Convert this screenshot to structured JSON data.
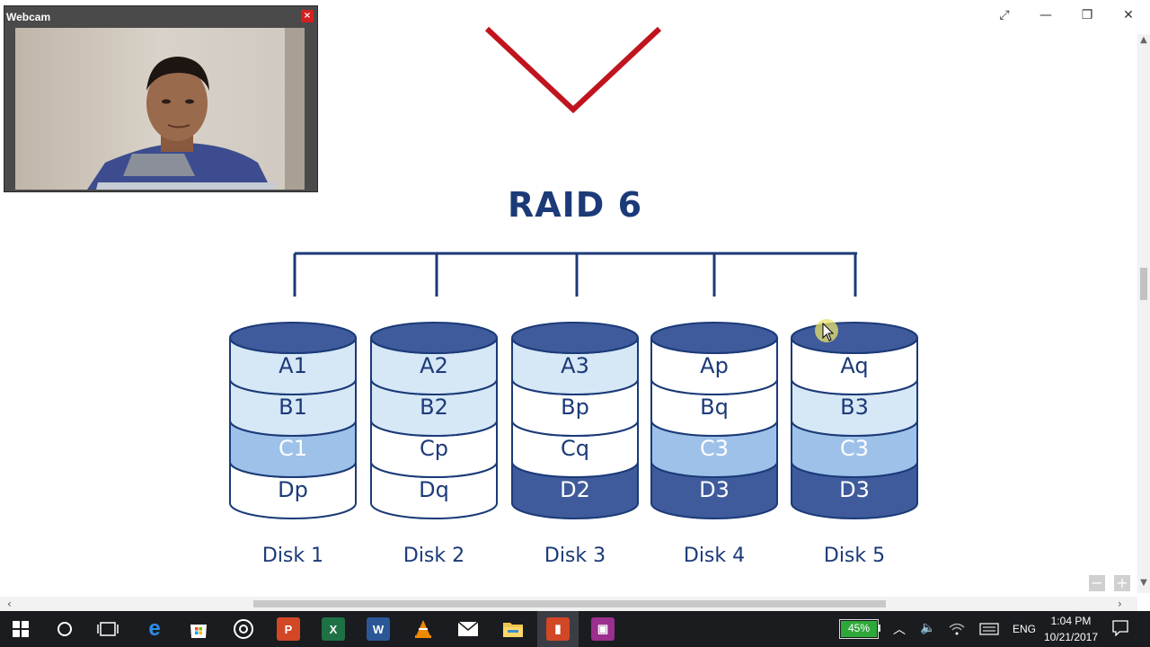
{
  "webcam": {
    "title": "Webcam",
    "close_glyph": "×"
  },
  "slide": {
    "title": "RAID 6",
    "disks": [
      {
        "label": "Disk 1",
        "blocks": [
          "A1",
          "B1",
          "C1",
          "Dp"
        ]
      },
      {
        "label": "Disk 2",
        "blocks": [
          "A2",
          "B2",
          "Cp",
          "Dq"
        ]
      },
      {
        "label": "Disk 3",
        "blocks": [
          "A3",
          "Bp",
          "Cq",
          "D2"
        ]
      },
      {
        "label": "Disk 4",
        "blocks": [
          "Ap",
          "Bq",
          "C3",
          "D3"
        ]
      },
      {
        "label": "Disk 5",
        "blocks": [
          "Aq",
          "B3",
          "C3",
          "D3"
        ]
      }
    ],
    "block_styles": [
      [
        "light",
        "light",
        "mid",
        "white"
      ],
      [
        "light",
        "light",
        "white",
        "white"
      ],
      [
        "light",
        "white",
        "white",
        "dark"
      ],
      [
        "white",
        "white",
        "mid",
        "dark"
      ],
      [
        "white",
        "light",
        "mid",
        "dark"
      ]
    ],
    "colors": {
      "dark": "#3f5b9c",
      "mid": "#9ec1e9",
      "light": "#d6e7f6",
      "white": "#ffffff",
      "outline": "#1b3a78",
      "title": "#1b3a78",
      "chevron": "#c0141e"
    }
  },
  "taskbar": {
    "battery": "45%",
    "language": "ENG",
    "time": "1:04 PM",
    "date": "10/21/2017"
  },
  "zoom": {
    "minus": "−",
    "plus": "+"
  }
}
